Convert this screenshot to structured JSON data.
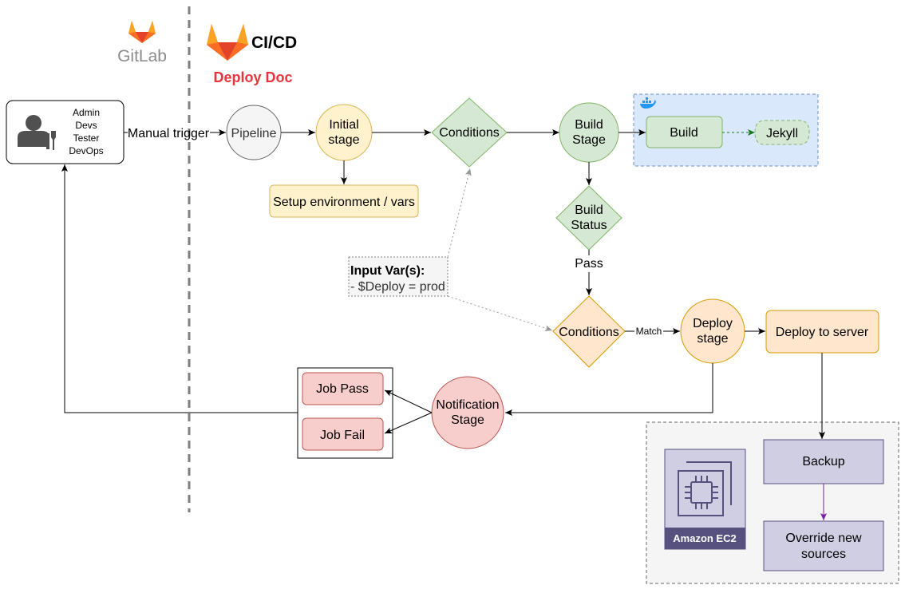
{
  "brand": {
    "gitlab_text": "GitLab",
    "cicd_text": "CI/CD",
    "deploy_doc": "Deploy Doc"
  },
  "actors": {
    "lines": [
      "Admin",
      "Devs",
      "Tester",
      "DevOps"
    ]
  },
  "edges": {
    "manual_trigger": "Manual trigger",
    "pass": "Pass",
    "match": "Match"
  },
  "nodes": {
    "pipeline": "Pipeline",
    "initial_stage": [
      "Initial",
      "stage"
    ],
    "setup_env": "Setup environment / vars",
    "conditions_1": "Conditions",
    "build_stage": [
      "Build",
      "Stage"
    ],
    "build": "Build",
    "jekyll": "Jekyll",
    "build_status": [
      "Build",
      "Status"
    ],
    "conditions_2": "Conditions",
    "deploy_stage": [
      "Deploy",
      "stage"
    ],
    "deploy_to_server": "Deploy to server",
    "notification_stage": [
      "Notification",
      "Stage"
    ],
    "job_pass": "Job Pass",
    "job_fail": "Job Fail",
    "backup": "Backup",
    "override_sources": [
      "Override new",
      "sources"
    ],
    "amazon_ec2": "Amazon EC2"
  },
  "input_vars": {
    "title": "Input Var(s):",
    "line": "- $Deploy = prod"
  },
  "colors": {
    "gitlab_orange": "#FC6D26",
    "gitlab_red": "#E24329",
    "deploy_doc_red": "#E8343C",
    "yellow_fill": "#FFF2CC",
    "yellow_stroke": "#D6B656",
    "green_fill": "#D5E8D4",
    "green_stroke": "#82B366",
    "orange_fill": "#FFE6CC",
    "orange_stroke": "#D79B00",
    "red_fill": "#F8CECC",
    "red_stroke": "#B85450",
    "blue_fill": "#DAE8FC",
    "blue_stroke": "#6C8EBF",
    "purple_fill": "#D0CEE2",
    "purple_stroke": "#56517E",
    "gray_fill": "#F5F5F5",
    "gray_stroke": "#666666"
  }
}
